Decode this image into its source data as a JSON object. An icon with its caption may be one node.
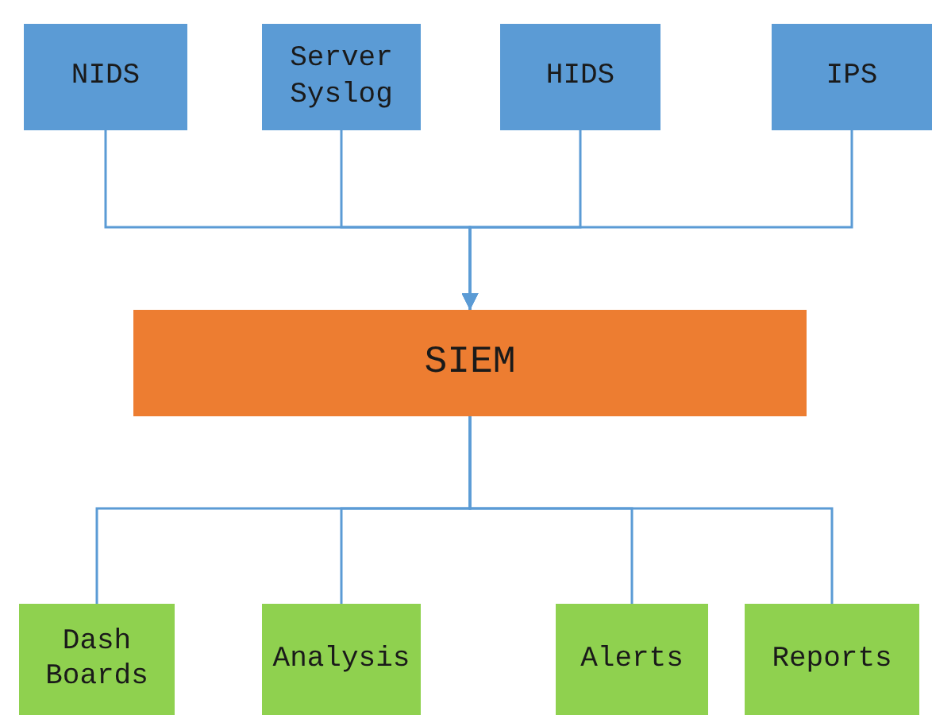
{
  "diagram": {
    "nodes": [
      {
        "text": [
          "NIDS"
        ]
      },
      {
        "text": [
          "Server Syslog"
        ]
      },
      {
        "text": [
          "HIDS"
        ]
      },
      {
        "text": [
          "IPS"
        ]
      },
      {
        "text": [
          "SIEM"
        ]
      },
      {
        "text": [
          "Dash Boards"
        ]
      },
      {
        "text": [
          "Analysis"
        ]
      },
      {
        "text": [
          "Alerts"
        ]
      },
      {
        "text": [
          "Reports"
        ]
      }
    ],
    "edges": [
      {
        "from": 0,
        "to": 4,
        "arrow": "to"
      },
      {
        "from": 1,
        "to": 4,
        "arrow": "to"
      },
      {
        "from": 2,
        "to": 4,
        "arrow": "to"
      },
      {
        "from": 3,
        "to": 4,
        "arrow": "to"
      },
      {
        "from": 4,
        "to": 5,
        "arrow": "none"
      },
      {
        "from": 4,
        "to": 6,
        "arrow": "none"
      },
      {
        "from": 4,
        "to": 7,
        "arrow": "none"
      },
      {
        "from": 4,
        "to": 8,
        "arrow": "none"
      }
    ]
  }
}
